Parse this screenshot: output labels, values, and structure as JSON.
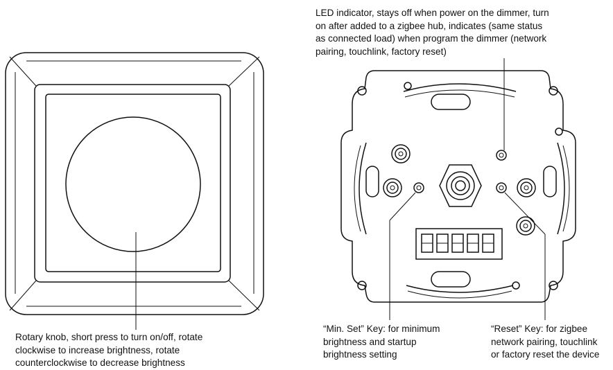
{
  "annotations": {
    "led_indicator": {
      "lines": [
        "LED indicator, stays off when power on the dimmer, turn",
        "on after added to a zigbee hub, indicates (same status",
        "as connected load) when program the dimmer (network",
        "pairing, touchlink, factory reset)"
      ]
    },
    "rotary_knob": {
      "lines": [
        "Rotary knob, short press to turn on/off, rotate",
        "clockwise to increase brightness, rotate",
        "counterclockwise to decrease brightness"
      ]
    },
    "min_set_key": {
      "lines": [
        "“Min. Set” Key: for minimum",
        "brightness and startup",
        "brightness setting"
      ]
    },
    "reset_key": {
      "lines": [
        "“Reset” Key: for zigbee",
        "network pairing, touchlink",
        "or factory reset the device"
      ]
    }
  },
  "colors": {
    "line": "#111111",
    "background": "#ffffff"
  }
}
